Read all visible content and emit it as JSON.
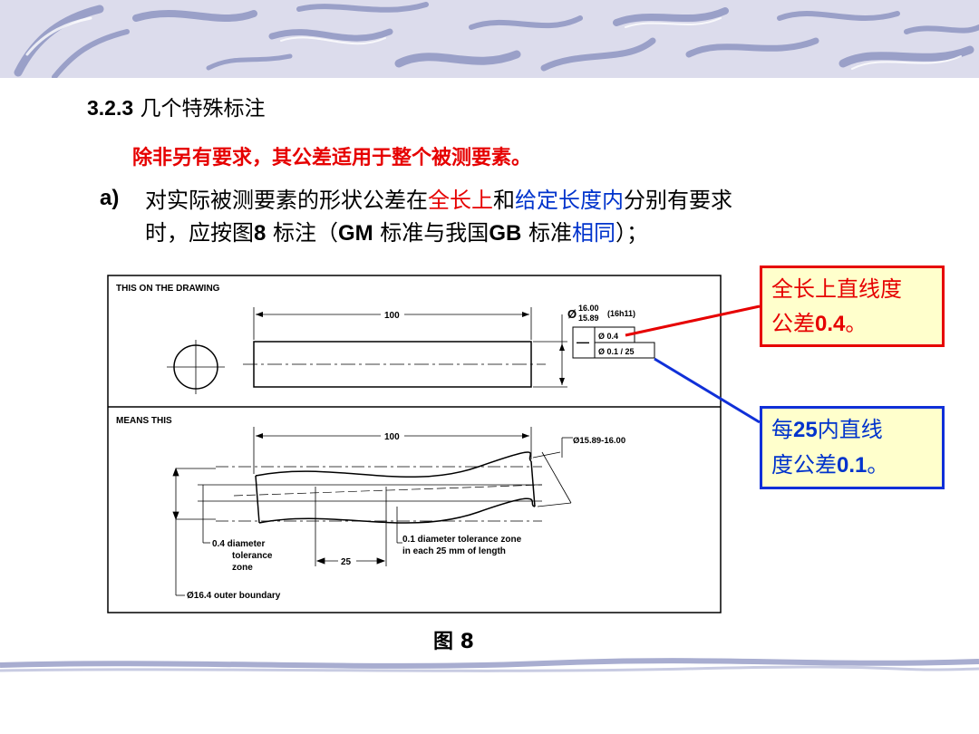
{
  "heading": {
    "number": "3.2.3",
    "text": "几个特殊标注"
  },
  "note": "除非另有要求，其公差适用于整个被测要素。",
  "item": {
    "label": "a)",
    "line1_a": "对实际被测要素的形状公差在",
    "line1_red": "全长上",
    "line1_b": "和",
    "line1_blue": "给定长度内",
    "line1_c": "分别有要求",
    "line2_a": "时，应按图",
    "line2_num": "8",
    "line2_b": " 标注（",
    "line2_gm": "GM",
    "line2_c": " 标准与我国",
    "line2_gb": "GB",
    "line2_d": " 标准",
    "line2_blue": "相同",
    "line2_e": "）；"
  },
  "drawing": {
    "top_label": "THIS ON THE DRAWING",
    "bottom_label": "MEANS THIS",
    "dim_length_top": "100",
    "dim_length_bottom": "100",
    "dia_symbol": "Ø",
    "dia_upper": "16.00",
    "dia_lower": "15.89",
    "dia_fit": "(16h11)",
    "straightness_symbol": "—",
    "fcf_row1": "Ø 0.4",
    "fcf_row2": "Ø 0.1 / 25",
    "means_dia": "Ø15.89-16.00",
    "zone_04_l1": "0.4 diameter",
    "zone_04_l2": "tolerance",
    "zone_04_l3": "zone",
    "zone_01_l1": "0.1 diameter tolerance zone",
    "zone_01_l2": "in each 25 mm of length",
    "dim_25": "25",
    "outer_boundary": "Ø16.4 outer boundary"
  },
  "callouts": {
    "red_l1": "全长上直线度",
    "red_l2a": "公差",
    "red_l2b": "0.4",
    "red_l2c": "。",
    "blue_l1a": "每",
    "blue_l1b": "25",
    "blue_l1c": "内直线",
    "blue_l2a": "度公差",
    "blue_l2b": "0.1",
    "blue_l2c": "。"
  },
  "figure_caption": "图  8",
  "colors": {
    "red": "#e60000",
    "blue": "#0033cc",
    "callout_bg": "#ffffcc",
    "banner": "#dcdcec"
  }
}
